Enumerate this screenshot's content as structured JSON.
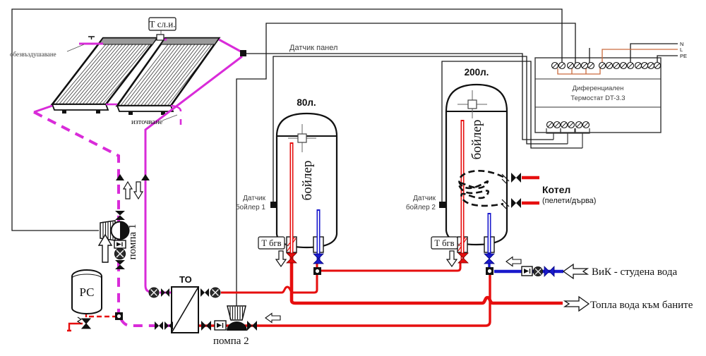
{
  "palette": {
    "solar_pipe": "#d92bd9",
    "hot_pipe": "#e60e0e",
    "cold_pipe": "#1a1acc",
    "signal_wire": "#1a1a1a",
    "mains_wire": "#c96b3d"
  },
  "collectors": {
    "sensor_label": "Т сл.и.",
    "air_vent_label": "обезвъздушаване",
    "drain_label": "източване"
  },
  "sensors": {
    "panel": "Датчик панел",
    "boiler1": [
      "Датчик",
      "бойлер 1"
    ],
    "boiler2": [
      "Датчик",
      "бойлер 2"
    ]
  },
  "boilers": {
    "small": {
      "capacity": "80л.",
      "label": "бойлер",
      "temp_label": "Т бгв"
    },
    "large": {
      "capacity": "200л.",
      "label": "бойлер",
      "temp_label": "Т бгв"
    }
  },
  "thermostat": {
    "line1": "Диференциален",
    "line2": "Термостат DT-3.3",
    "wire_n": "N",
    "wire_l": "L",
    "wire_pe": "PE"
  },
  "heat_source": {
    "title": "Котел",
    "subtitle": "(пелети/дърва)"
  },
  "pipes": {
    "cold_water": "ВиК - студена вода",
    "hot_water": "Топла вода към баните"
  },
  "pumps": {
    "pump1": "помпа 1",
    "pump2": "помпа 2"
  },
  "heat_exchanger": "ТО",
  "expansion_vessel": "РС"
}
